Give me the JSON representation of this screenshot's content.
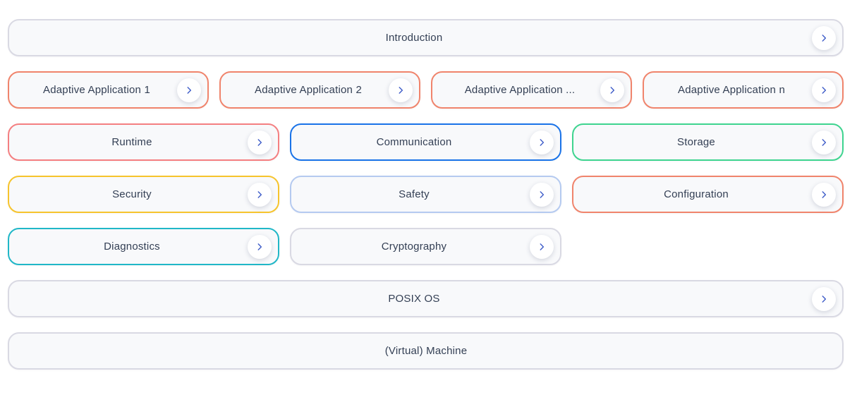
{
  "colors": {
    "card_background": "#f8f9fb",
    "card_text": "#333f54",
    "chevron_blue": "#3e5cc8",
    "neutral_border": "#d9d9e3",
    "salmon_border": "#f0846c",
    "red_border": "#f47f81",
    "blue_border": "#1a73e8",
    "green_border": "#3ed48f",
    "gold_border": "#f6c42d",
    "light_blue_border": "#b5caf0",
    "teal_border": "#20b7c7"
  },
  "rows": [
    {
      "cards": [
        {
          "label": "Introduction",
          "border_color": "#d9d9e3",
          "has_chevron": true
        }
      ]
    },
    {
      "cards": [
        {
          "label": "Adaptive Application 1",
          "border_color": "#f0846c",
          "has_chevron": true
        },
        {
          "label": "Adaptive Application 2",
          "border_color": "#f0846c",
          "has_chevron": true
        },
        {
          "label": "Adaptive Application ...",
          "border_color": "#f0846c",
          "has_chevron": true
        },
        {
          "label": "Adaptive Application n",
          "border_color": "#f0846c",
          "has_chevron": true
        }
      ]
    },
    {
      "cards": [
        {
          "label": "Runtime",
          "border_color": "#f47f81",
          "has_chevron": true
        },
        {
          "label": "Communication",
          "border_color": "#1a73e8",
          "has_chevron": true
        },
        {
          "label": "Storage",
          "border_color": "#3ed48f",
          "has_chevron": true
        }
      ]
    },
    {
      "cards": [
        {
          "label": "Security",
          "border_color": "#f6c42d",
          "has_chevron": true
        },
        {
          "label": "Safety",
          "border_color": "#b5caf0",
          "has_chevron": true
        },
        {
          "label": "Configuration",
          "border_color": "#f0846c",
          "has_chevron": true
        }
      ]
    },
    {
      "cards": [
        {
          "label": "Diagnostics",
          "border_color": "#20b7c7",
          "has_chevron": true
        },
        {
          "label": "Cryptography",
          "border_color": "#d9d9e3",
          "has_chevron": true
        }
      ]
    },
    {
      "cards": [
        {
          "label": "POSIX OS",
          "border_color": "#d9d9e3",
          "has_chevron": true
        }
      ]
    },
    {
      "cards": [
        {
          "label": "(Virtual) Machine",
          "border_color": "#d9d9e3",
          "has_chevron": false
        }
      ]
    }
  ]
}
